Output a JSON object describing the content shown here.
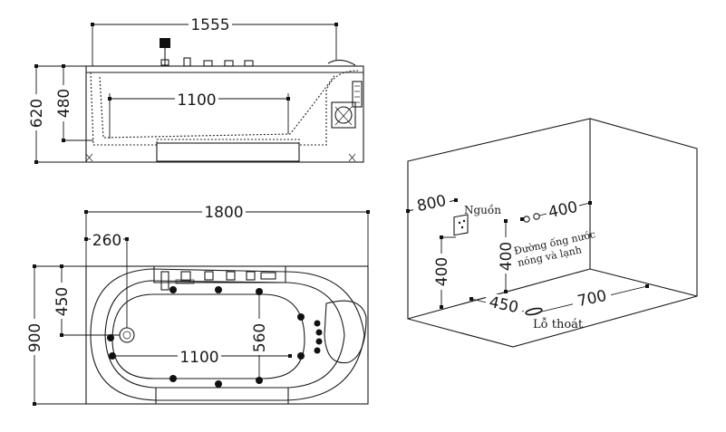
{
  "front_view": {
    "dim_total_width": "1555",
    "dim_inner_width": "1100",
    "dim_total_height": "620",
    "dim_inner_height": "480"
  },
  "top_view": {
    "dim_length": "1800",
    "dim_offset": "260",
    "dim_width": "900",
    "dim_half_width": "450",
    "dim_inner_length": "1100",
    "dim_inner_width": "560"
  },
  "room_view": {
    "dim_power_height": "800",
    "power_label": "Nguồn",
    "dim_power_drop": "400",
    "dim_pipe_offset": "400",
    "dim_pipe_height": "400",
    "pipe_label_line1": "Đường ống nước",
    "pipe_label_line2": "nóng và lạnh",
    "dim_floor_left": "450",
    "dim_floor_right": "700",
    "drain_label": "Lỗ thoát"
  }
}
